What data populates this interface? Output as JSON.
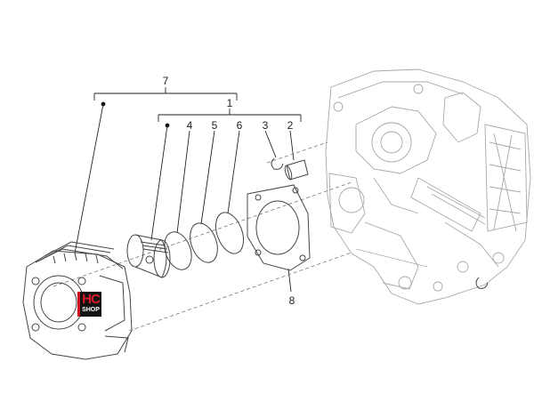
{
  "callouts": {
    "c1": "1",
    "c2": "2",
    "c3": "3",
    "c4": "4",
    "c5": "5",
    "c6": "6",
    "c7": "7",
    "c8": "8"
  },
  "parts": {
    "cylinder": "cylinder-block",
    "piston": "piston",
    "rings": [
      "piston-ring-4",
      "piston-ring-5",
      "piston-ring-6"
    ],
    "clip": "circlip",
    "pin": "piston-pin",
    "gasket": "base-gasket",
    "engine": "crankcase"
  },
  "badge": {
    "logo_text": "HC",
    "logo_sub": "SHOP",
    "color_red": "#e01a2a",
    "color_bg": "#111111"
  }
}
